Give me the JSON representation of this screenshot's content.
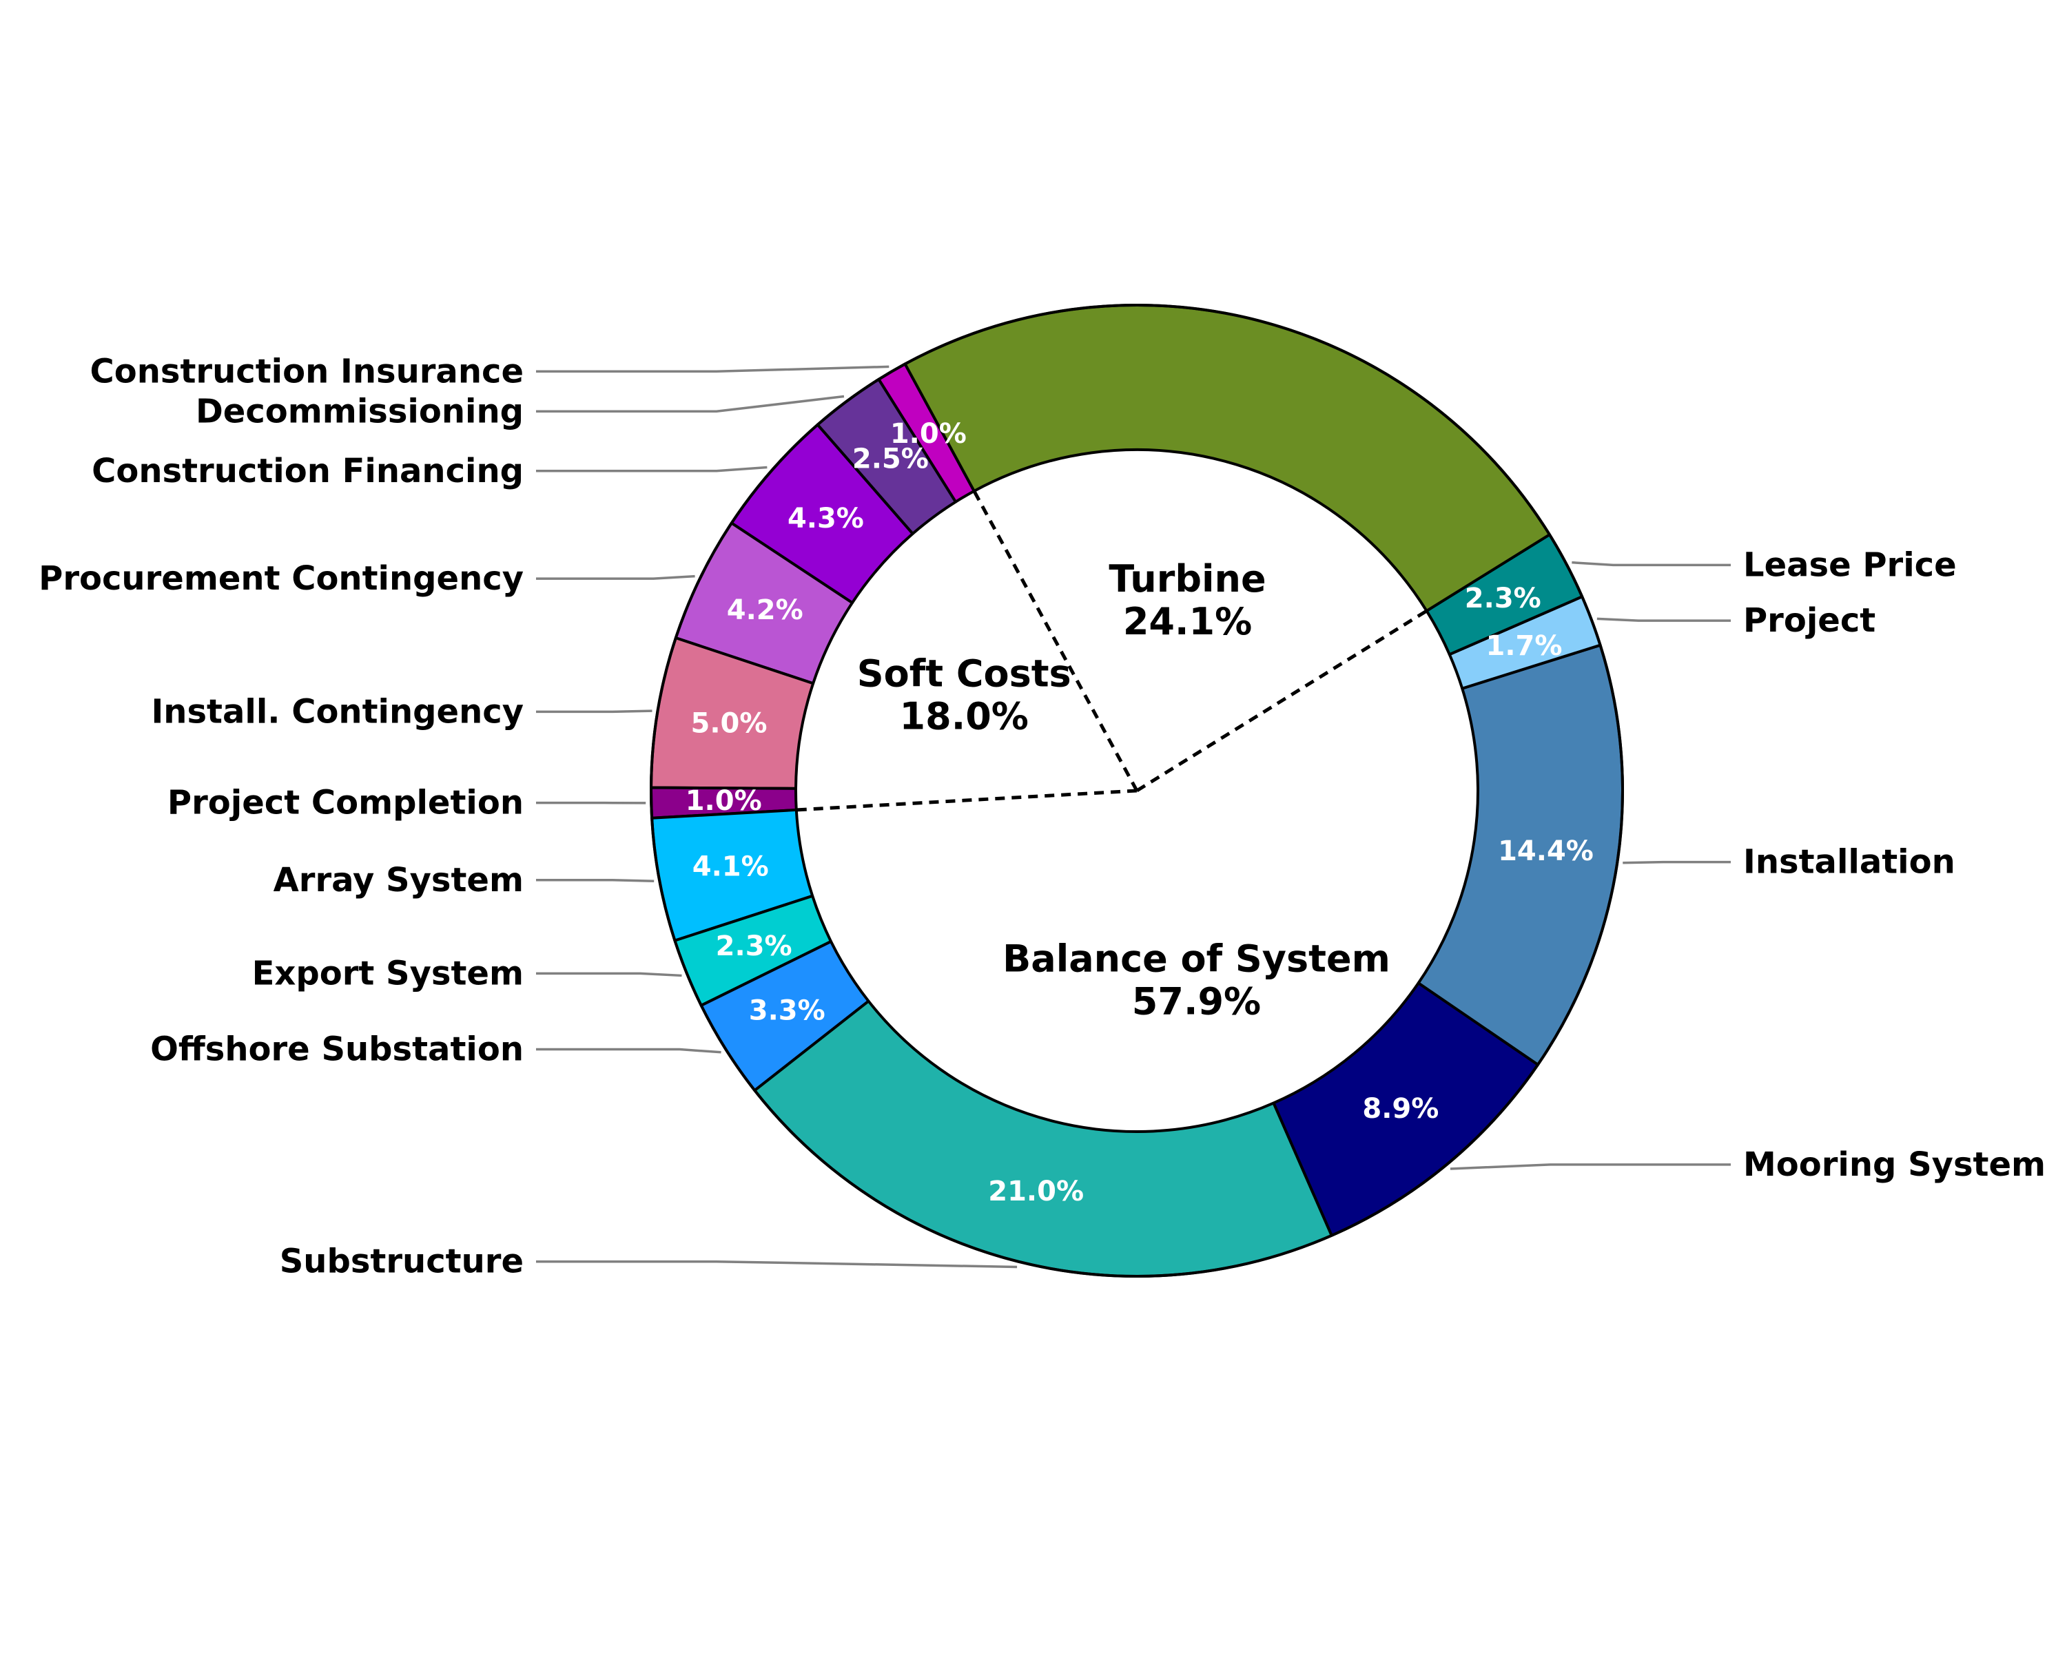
{
  "chart_data": {
    "type": "pie",
    "subtype": "donut",
    "start_angle_deg": 118.5,
    "direction": "counterclockwise",
    "slices": [
      {
        "label": "Construction Insurance",
        "value": 1.0,
        "display": "1.0%",
        "color": "#c000c0",
        "label_side": "left"
      },
      {
        "label": "Decommissioning",
        "value": 2.5,
        "display": "2.5%",
        "color": "#663399",
        "label_side": "left"
      },
      {
        "label": "Construction Financing",
        "value": 4.3,
        "display": "4.3%",
        "color": "#9400d3",
        "label_side": "left"
      },
      {
        "label": "Procurement Contingency",
        "value": 4.2,
        "display": "4.2%",
        "color": "#ba55d3",
        "label_side": "left"
      },
      {
        "label": "Install. Contingency",
        "value": 5.0,
        "display": "5.0%",
        "color": "#db7093",
        "label_side": "left"
      },
      {
        "label": "Project Completion",
        "value": 1.0,
        "display": "1.0%",
        "color": "#8b008b",
        "label_side": "left"
      },
      {
        "label": "Array System",
        "value": 4.1,
        "display": "4.1%",
        "color": "#00bfff",
        "label_side": "left"
      },
      {
        "label": "Export System",
        "value": 2.3,
        "display": "2.3%",
        "color": "#00ced1",
        "label_side": "left"
      },
      {
        "label": "Offshore Substation",
        "value": 3.3,
        "display": "3.3%",
        "color": "#1e90ff",
        "label_side": "left"
      },
      {
        "label": "Substructure",
        "value": 21.0,
        "display": "21.0%",
        "color": "#20b2aa",
        "label_side": "left"
      },
      {
        "label": "Mooring System",
        "value": 8.9,
        "display": "8.9%",
        "color": "#000080",
        "label_side": "right"
      },
      {
        "label": "Installation",
        "value": 14.4,
        "display": "14.4%",
        "color": "#4682b4",
        "label_side": "right"
      },
      {
        "label": "Project",
        "value": 1.7,
        "display": "1.7%",
        "color": "#87cefa",
        "label_side": "right"
      },
      {
        "label": "Lease Price",
        "value": 2.3,
        "display": "2.3%",
        "color": "#008b8b",
        "label_side": "right"
      },
      {
        "label": "Turbine",
        "value": 24.1,
        "display": "",
        "color": "#6b8e23",
        "label_side": "none"
      }
    ],
    "groups": [
      {
        "name": "Turbine",
        "percent": "24.1%"
      },
      {
        "name": "Soft Costs",
        "percent": "18.0%"
      },
      {
        "name": "Balance of System",
        "percent": "57.9%"
      }
    ]
  }
}
